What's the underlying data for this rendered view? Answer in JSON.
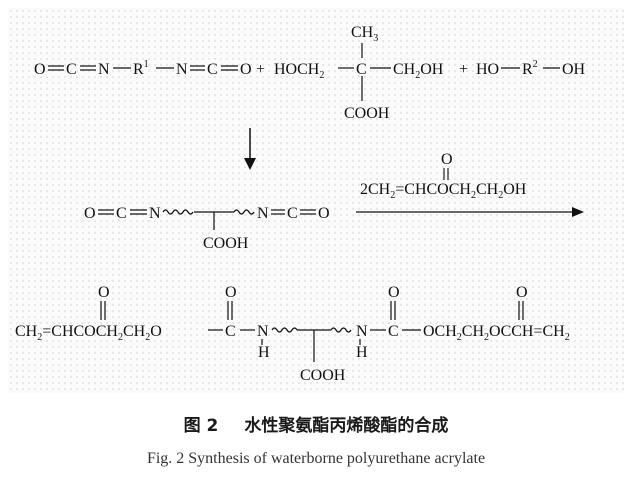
{
  "reaction1": {
    "diisocyanate": {
      "p1": "O",
      "p2": "C",
      "p3": "N",
      "p4": "R",
      "p5": "N",
      "p6": "C",
      "p7": "O",
      "sup": "1"
    },
    "plus1": "+",
    "dmpa": {
      "ch3": "CH",
      "ch3_sub": "3",
      "hoch2": "HOCH",
      "hoch2_sub": "2",
      "c": "C",
      "ch2oh_a": "CH",
      "ch2oh_sub": "2",
      "ch2oh_b": "OH",
      "cooh": "COOH"
    },
    "plus2": "+",
    "diol": {
      "ho": "HO",
      "r": "R",
      "sup": "2",
      "oh": "OH"
    }
  },
  "intermediate": {
    "o1": "O",
    "c1": "C",
    "n1": "N",
    "n2": "N",
    "c2": "C",
    "o2": "O",
    "cooh": "COOH"
  },
  "reagent": {
    "o": "O",
    "prefix": "2CH",
    "sub1": "2",
    "mid": "CHCOCH",
    "sub2": "2",
    "ch": "CH",
    "sub3": "2",
    "oh": "OH"
  },
  "product": {
    "ch2": "CH",
    "sub_a": "2",
    "chcoch2": "CHCOCH",
    "sub_b": "2",
    "ch2o": "CH",
    "sub_c": "2",
    "o1": "O",
    "c1": "C",
    "n1": "N",
    "h1": "H",
    "n2": "N",
    "h2": "H",
    "c2": "C",
    "och2": "OCH",
    "sub_d": "2",
    "ch2o2": "CH",
    "sub_e": "2",
    "occh": "OCCH",
    "ch2end": "CH",
    "sub_f": "2",
    "oxo1": "O",
    "oxo2": "O",
    "oxo3": "O",
    "oxo4": "O",
    "cooh": "COOH"
  },
  "caption": {
    "label_cn": "图 2",
    "title_cn": "水性聚氨酯丙烯酸酯的合成",
    "title_en": "Fig. 2 Synthesis of waterborne polyurethane acrylate"
  }
}
